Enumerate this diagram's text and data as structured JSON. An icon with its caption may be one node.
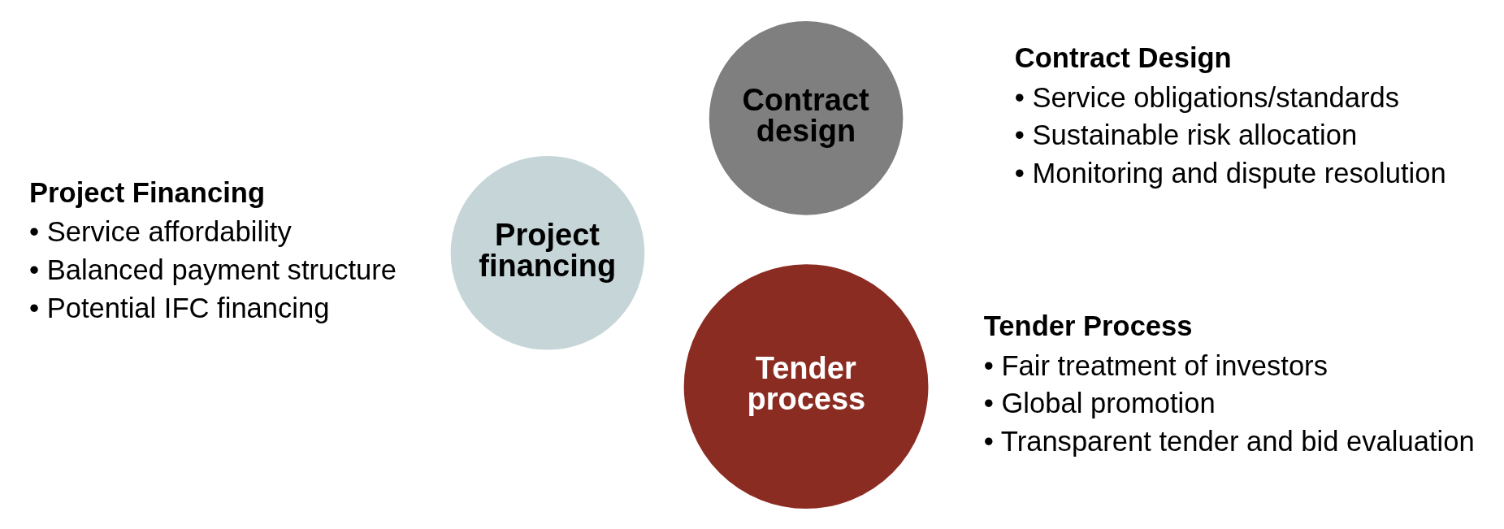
{
  "diagram": {
    "nodes": [
      {
        "text": [
          "Contract design"
        ],
        "beside": [
          "Contract Design",
          "• Service obligations/standards",
          "• Sustainable risk allocation",
          "• Monitoring and dispute resolution"
        ]
      },
      {
        "text": [
          "Project financing"
        ],
        "beside": [
          "Project Financing",
          "• Service affordability",
          "• Balanced payment structure",
          "• Potential IFC financing"
        ]
      },
      {
        "text": [
          "Tender process"
        ],
        "beside": [
          "Tender Process",
          "• Fair treatment of investors",
          "• Global promotion",
          "• Transparent tender and bid evaluation"
        ]
      }
    ],
    "edges": []
  }
}
